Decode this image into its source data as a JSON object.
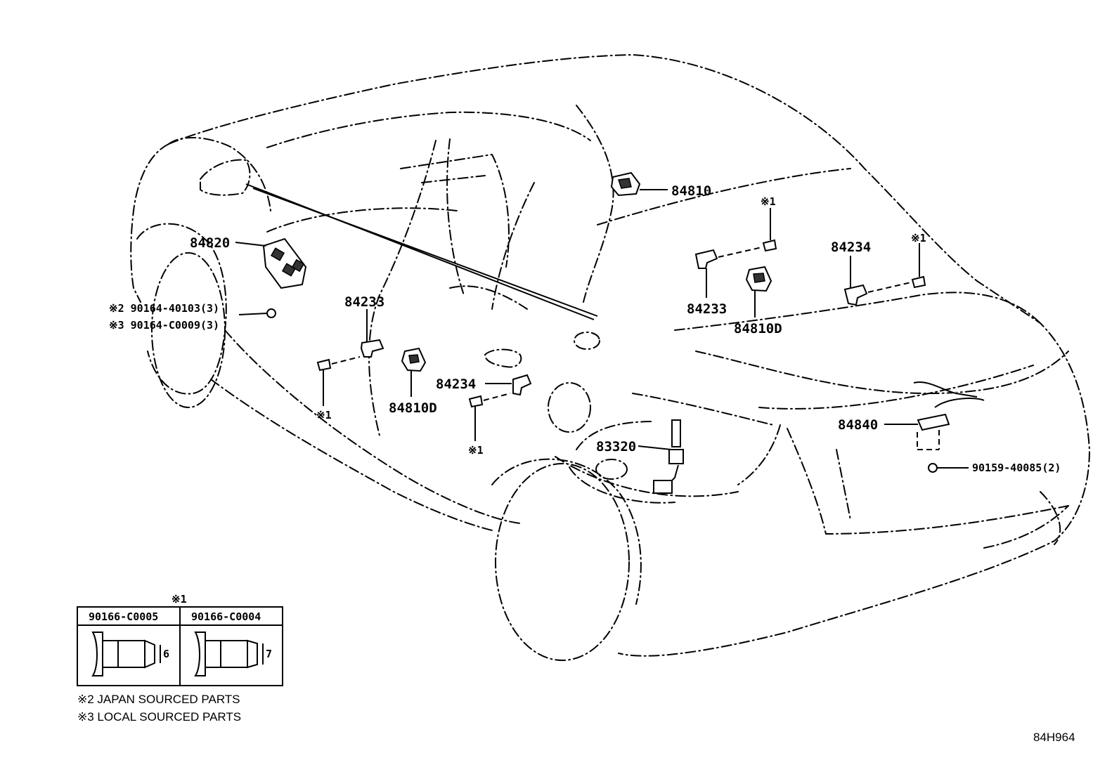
{
  "labels": {
    "p84810": "84810",
    "p84820": "84820",
    "p84233_left": "84233",
    "p84233_right": "84233",
    "p84234_left": "84234",
    "p84234_right": "84234",
    "p84810D_left": "84810D",
    "p84810D_right": "84810D",
    "p83320": "83320",
    "p84840": "84840",
    "bolt_90159": "90159-40085(2)",
    "note_j_bolt": "※2 90164-40103(3)",
    "note_l_bolt": "※3 90164-C0009(3)",
    "ref1_a": "※1",
    "ref1_b": "※1",
    "ref1_c": "※1",
    "ref1_d": "※1"
  },
  "table": {
    "header_ref": "※1",
    "col1": "90166-C0005",
    "col2": "90166-C0004",
    "dim1": "6",
    "dim2": "7"
  },
  "footnotes": {
    "note2": "※2 JAPAN SOURCED PARTS",
    "note3": "※3 LOCAL SOURCED PARTS"
  },
  "figure_code": "84H964"
}
